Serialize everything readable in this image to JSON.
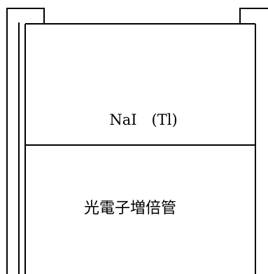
{
  "diagram": {
    "type": "detector-cross-section",
    "crystal_label": "NaI　(Tl)",
    "pmt_label": "光電子増倍管",
    "colors": {
      "line": "#000000",
      "background": "#ffffff"
    }
  }
}
